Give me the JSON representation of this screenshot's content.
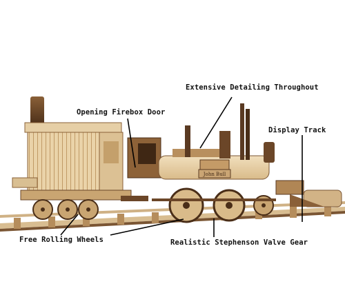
{
  "annotations": {
    "extensive_detailing": "Extensive Detailing Throughout",
    "opening_firebox_door": "Opening Firebox Door",
    "display_track": "Display Track",
    "free_rolling_wheels": "Free Rolling Wheels",
    "stephenson_valve_gear": "Realistic Stephenson Valve Gear"
  },
  "nameplate": "John Bull",
  "colors": {
    "background": "#ffffff",
    "wood_light": "#e8d2ad",
    "wood_mid": "#c9a572",
    "wood_dark": "#5a3a22",
    "label_text": "#111111"
  }
}
